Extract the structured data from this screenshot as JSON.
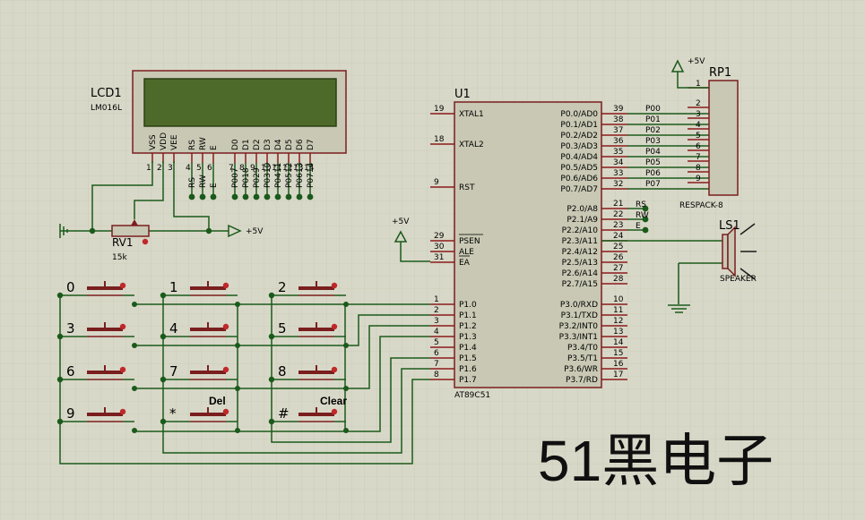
{
  "lcd": {
    "ref": "LCD1",
    "model": "LM016L",
    "pins": [
      {
        "name": "VSS",
        "num": "1"
      },
      {
        "name": "VDD",
        "num": "2"
      },
      {
        "name": "VEE",
        "num": "3"
      },
      {
        "name": "RS",
        "num": "4"
      },
      {
        "name": "RW",
        "num": "5"
      },
      {
        "name": "E",
        "num": "6"
      },
      {
        "name": "D0",
        "num": "7"
      },
      {
        "name": "D1",
        "num": "8"
      },
      {
        "name": "D2",
        "num": "9"
      },
      {
        "name": "D3",
        "num": "10"
      },
      {
        "name": "D4",
        "num": "11"
      },
      {
        "name": "D5",
        "num": "12"
      },
      {
        "name": "D6",
        "num": "13"
      },
      {
        "name": "D7",
        "num": "14"
      }
    ],
    "bus_labels": [
      "RS",
      "RW",
      "E",
      "P007",
      "P018",
      "P029",
      "P0310",
      "P0411",
      "P0512",
      "P0613",
      "P0714"
    ]
  },
  "pot": {
    "ref": "RV1",
    "value": "15k",
    "supply": "+5V"
  },
  "mcu": {
    "ref": "U1",
    "model": "AT89C51",
    "left_pins": [
      {
        "num": "19",
        "name": "XTAL1"
      },
      {
        "num": "18",
        "name": "XTAL2"
      },
      {
        "num": "9",
        "name": "RST"
      },
      {
        "num": "29",
        "name": "PSEN"
      },
      {
        "num": "30",
        "name": "ALE"
      },
      {
        "num": "31",
        "name": "EA"
      },
      {
        "num": "1",
        "name": "P1.0"
      },
      {
        "num": "2",
        "name": "P1.1"
      },
      {
        "num": "3",
        "name": "P1.2"
      },
      {
        "num": "4",
        "name": "P1.3"
      },
      {
        "num": "5",
        "name": "P1.4"
      },
      {
        "num": "6",
        "name": "P1.5"
      },
      {
        "num": "7",
        "name": "P1.6"
      },
      {
        "num": "8",
        "name": "P1.7"
      }
    ],
    "right_pins": [
      {
        "num": "39",
        "name": "P0.0/AD0"
      },
      {
        "num": "38",
        "name": "P0.1/AD1"
      },
      {
        "num": "37",
        "name": "P0.2/AD2"
      },
      {
        "num": "36",
        "name": "P0.3/AD3"
      },
      {
        "num": "35",
        "name": "P0.4/AD4"
      },
      {
        "num": "34",
        "name": "P0.5/AD5"
      },
      {
        "num": "33",
        "name": "P0.6/AD6"
      },
      {
        "num": "32",
        "name": "P0.7/AD7"
      },
      {
        "num": "21",
        "name": "P2.0/A8"
      },
      {
        "num": "22",
        "name": "P2.1/A9"
      },
      {
        "num": "23",
        "name": "P2.2/A10"
      },
      {
        "num": "24",
        "name": "P2.3/A11"
      },
      {
        "num": "25",
        "name": "P2.4/A12"
      },
      {
        "num": "26",
        "name": "P2.5/A13"
      },
      {
        "num": "27",
        "name": "P2.6/A14"
      },
      {
        "num": "28",
        "name": "P2.7/A15"
      },
      {
        "num": "10",
        "name": "P3.0/RXD"
      },
      {
        "num": "11",
        "name": "P3.1/TXD"
      },
      {
        "num": "12",
        "name": "P3.2/INT0"
      },
      {
        "num": "13",
        "name": "P3.3/INT1"
      },
      {
        "num": "14",
        "name": "P3.4/T0"
      },
      {
        "num": "15",
        "name": "P3.5/T1"
      },
      {
        "num": "16",
        "name": "P3.6/WR"
      },
      {
        "num": "17",
        "name": "P3.7/RD"
      }
    ],
    "ea_supply": "+5V",
    "p0_nets": [
      "P00",
      "P01",
      "P02",
      "P03",
      "P04",
      "P05",
      "P06",
      "P07"
    ],
    "p2_nets": [
      "RS",
      "RW",
      "E"
    ]
  },
  "rpack": {
    "ref": "RP1",
    "model": "RESPACK-8",
    "supply": "+5V",
    "pins": [
      "1",
      "2",
      "3",
      "4",
      "5",
      "6",
      "7",
      "8",
      "9"
    ]
  },
  "speaker": {
    "ref": "LS1",
    "model": "SPEAKER"
  },
  "keypad": {
    "keys": [
      "0",
      "1",
      "2",
      "3",
      "4",
      "5",
      "6",
      "7",
      "8",
      "9",
      "*",
      "#"
    ],
    "labels": [
      "Del",
      "Clear"
    ]
  },
  "watermark": "51黑电子"
}
